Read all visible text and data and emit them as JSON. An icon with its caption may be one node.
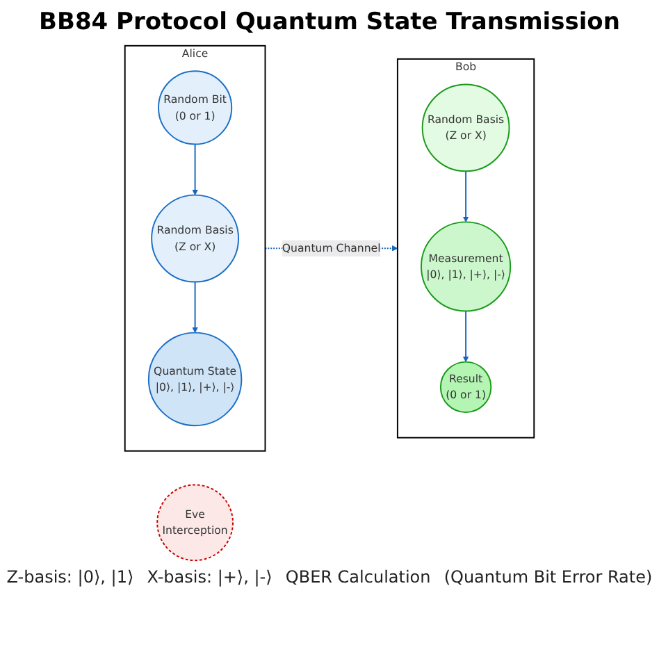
{
  "diagram": {
    "title": "BB84 Protocol Quantum State Transmission",
    "nodes": [
      {
        "text": [
          "Alice"
        ]
      },
      {
        "text": [
          "Random Bit",
          "(0 or 1)"
        ],
        "in": 0
      },
      {
        "text": [
          "Random Basis",
          "(Z or X)"
        ],
        "in": 0
      },
      {
        "text": [
          "Quantum State",
          "|0⟩, |1⟩, |+⟩, |-⟩"
        ],
        "in": 0
      },
      {
        "text": [
          "Eve",
          "Interception"
        ]
      },
      {
        "text": [
          "Bob"
        ]
      },
      {
        "text": [
          "Random Basis",
          "(Z or X)"
        ],
        "in": 5
      },
      {
        "text": [
          "Measurement",
          "|0⟩, |1⟩, |+⟩, |-⟩"
        ],
        "in": 5
      },
      {
        "text": [
          "Result",
          "(0 or 1)"
        ],
        "in": 5
      }
    ],
    "edges": [
      {
        "from": 1,
        "to": 2,
        "arrow": "to"
      },
      {
        "from": 2,
        "to": 3,
        "arrow": "to"
      },
      {
        "from": 0,
        "to": 5,
        "arrow": "to",
        "label": "Quantum Channel",
        "style": "dashed"
      },
      {
        "from": 6,
        "to": 7,
        "arrow": "to"
      },
      {
        "from": 7,
        "to": 8,
        "arrow": "to"
      }
    ],
    "labels": [
      "Z-basis: |0⟩, |1⟩",
      "X-basis: |+⟩, |-⟩",
      "QBER Calculation",
      "(Quantum Bit Error Rate)"
    ]
  }
}
